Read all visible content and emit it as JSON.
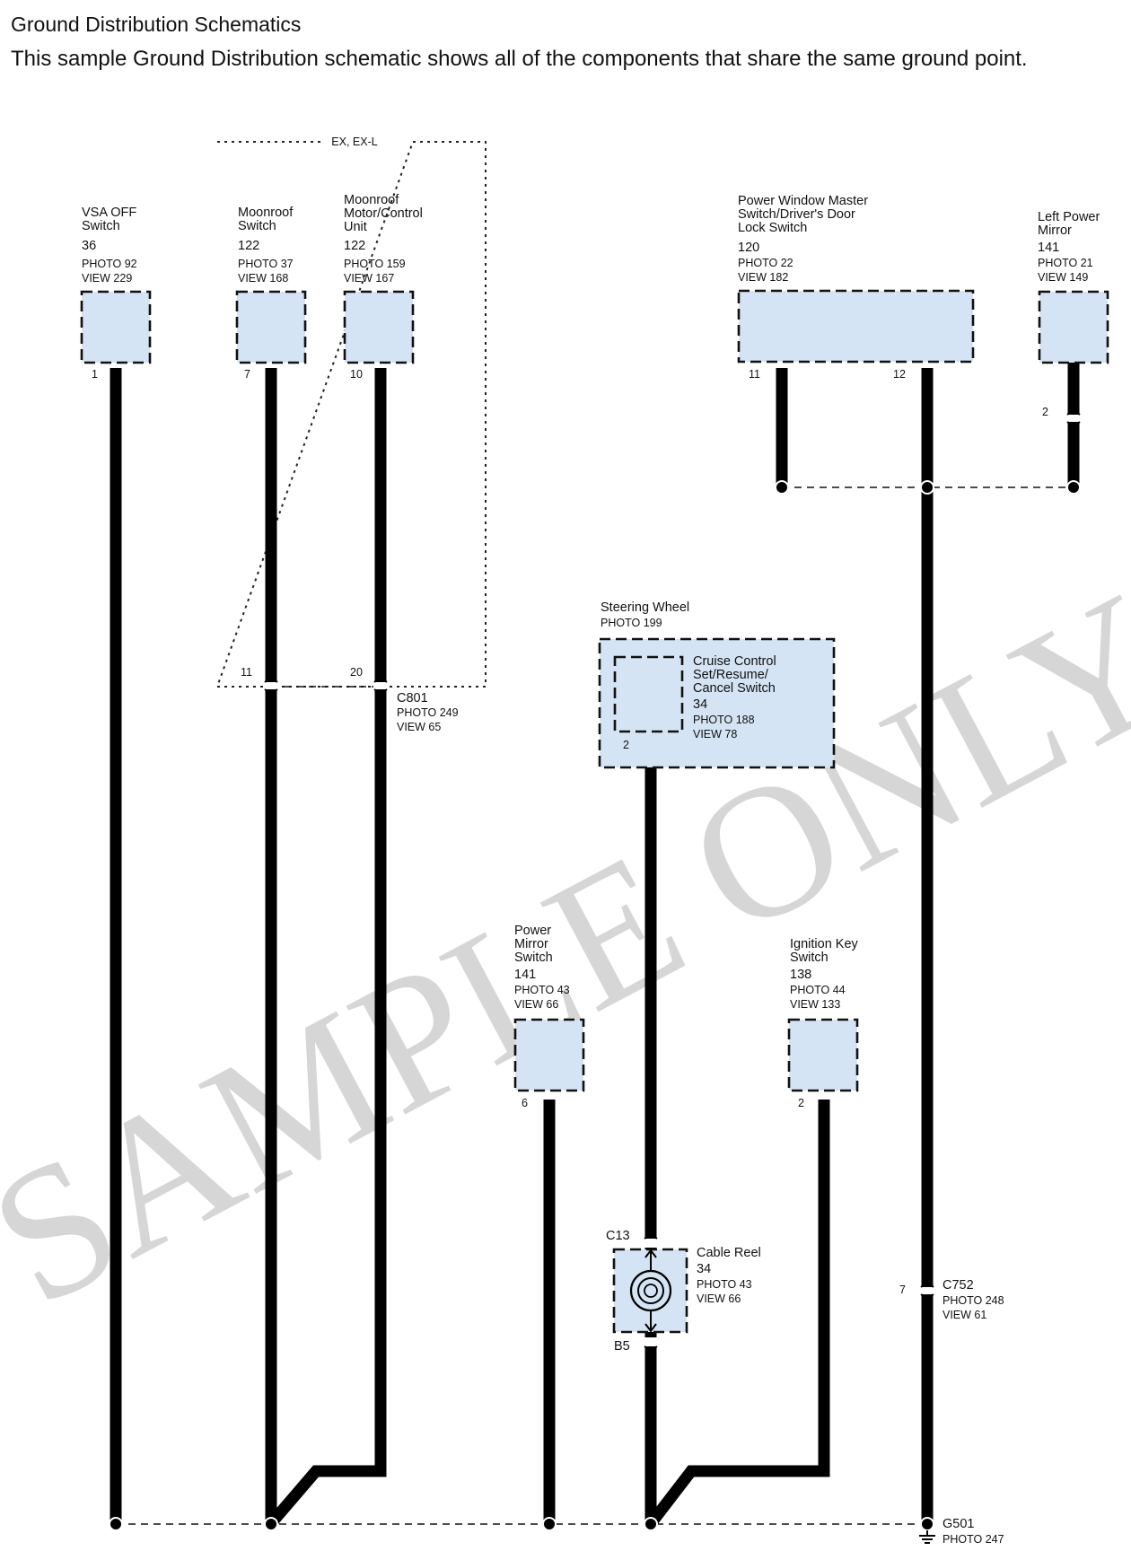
{
  "header": {
    "title": "Ground Distribution Schematics",
    "subtitle": "This sample Ground Distribution schematic shows all of the components that share the same ground point."
  },
  "watermark": "SAMPLE ONLY",
  "option_box": {
    "label": "EX, EX-L"
  },
  "components": {
    "vsa": {
      "name1": "VSA OFF",
      "name2": "Switch",
      "num": "36",
      "photo": "PHOTO 92",
      "view": "VIEW 229",
      "pin": "1"
    },
    "moonroof_switch": {
      "name1": "Moonroof",
      "name2": "Switch",
      "num": "122",
      "photo": "PHOTO 37",
      "view": "VIEW 168",
      "pin": "7",
      "conn_pin": "11"
    },
    "moonroof_motor": {
      "name1": "Moonroof",
      "name2": "Motor/Control",
      "name3": "Unit",
      "num": "122",
      "photo": "PHOTO 159",
      "view": "VIEW 167",
      "pin": "10",
      "conn_pin": "20"
    },
    "pwm": {
      "name1": "Power Window Master",
      "name2": "Switch/Driver's Door",
      "name3": "Lock Switch",
      "num": "120",
      "photo": "PHOTO 22",
      "view": "VIEW 182",
      "pin_a": "11",
      "pin_b": "12"
    },
    "lpm": {
      "name1": "Left Power",
      "name2": "Mirror",
      "num": "141",
      "photo": "PHOTO 21",
      "view": "VIEW 149",
      "pin": "2"
    },
    "steering": {
      "name": "Steering Wheel",
      "photo": "PHOTO 199"
    },
    "cruise": {
      "name1": "Cruise Control",
      "name2": "Set/Resume/",
      "name3": "Cancel Switch",
      "num": "34",
      "photo": "PHOTO 188",
      "view": "VIEW 78",
      "pin": "2"
    },
    "pms": {
      "name1": "Power",
      "name2": "Mirror",
      "name3": "Switch",
      "num": "141",
      "photo": "PHOTO 43",
      "view": "VIEW 66",
      "pin": "6"
    },
    "iks": {
      "name1": "Ignition Key",
      "name2": "Switch",
      "num": "138",
      "photo": "PHOTO 44",
      "view": "VIEW 133",
      "pin": "2"
    },
    "cable_reel": {
      "name": "Cable Reel",
      "num": "34",
      "photo": "PHOTO 43",
      "view": "VIEW 66",
      "top_conn": "C13",
      "bottom_conn": "B5"
    }
  },
  "connectors": {
    "c801": {
      "name": "C801",
      "photo": "PHOTO 249",
      "view": "VIEW 65"
    },
    "c752": {
      "name": "C752",
      "pin": "7",
      "photo": "PHOTO 248",
      "view": "VIEW 61"
    }
  },
  "ground": {
    "name": "G501",
    "photo": "PHOTO 247"
  },
  "colors": {
    "component_fill": "#d5e4f4",
    "wire": "#000000",
    "watermark": "#d0d0d0"
  }
}
